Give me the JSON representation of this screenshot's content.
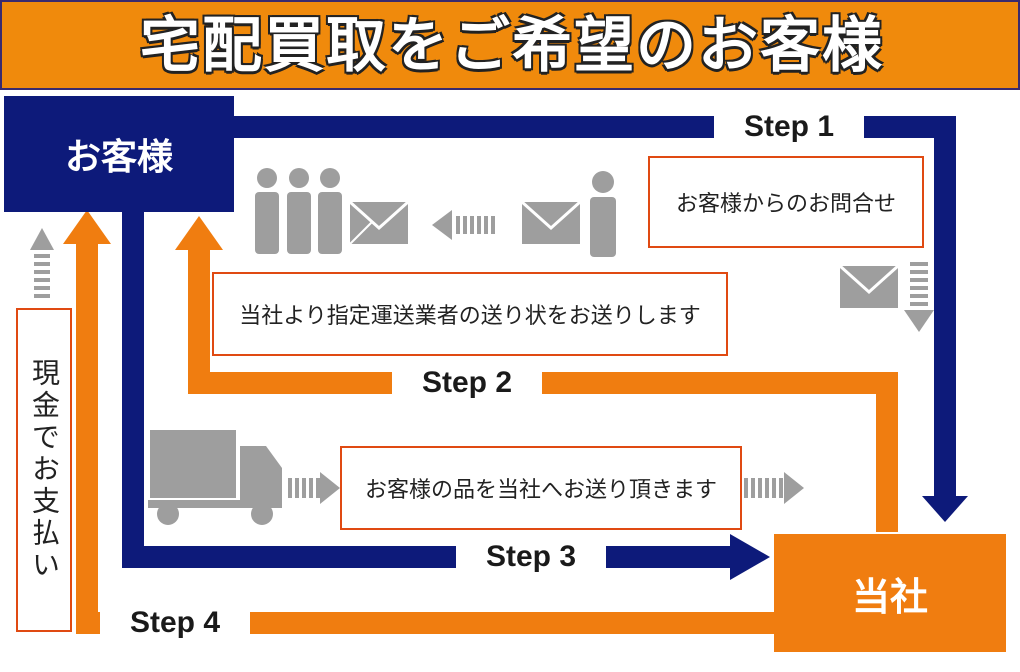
{
  "banner": {
    "title": "宅配買取をご希望のお客様"
  },
  "nodes": {
    "customer": "お客様",
    "company": "当社"
  },
  "steps": [
    {
      "label": "Step 1",
      "text": "お客様からのお問合せ"
    },
    {
      "label": "Step 2",
      "text": "当社より指定運送業者の送り状をお送りします"
    },
    {
      "label": "Step 3",
      "text": "お客様の品を当社へお送り頂きます"
    },
    {
      "label": "Step 4",
      "text": "現金でお支払い"
    }
  ],
  "colors": {
    "navy": "#0d1a7a",
    "orange": "#f07d10",
    "gray": "#9e9e9e",
    "box_border": "#e04a12",
    "banner": "#f08a0c"
  }
}
